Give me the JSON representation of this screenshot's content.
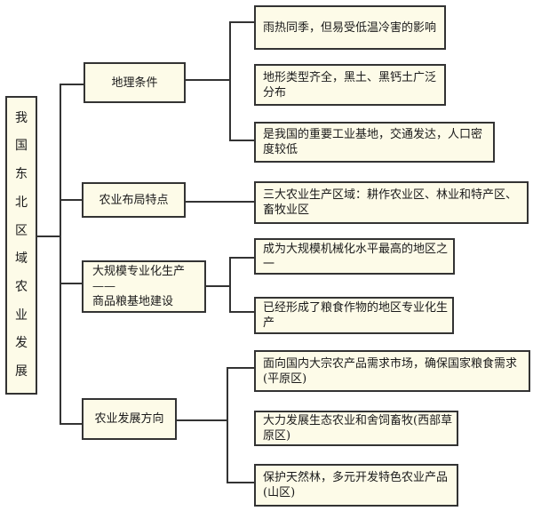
{
  "root": {
    "chars": [
      "我",
      "国",
      "东",
      "北",
      "区",
      "域",
      "农",
      "业",
      "发",
      "展"
    ]
  },
  "branches": [
    {
      "label": "地理条件",
      "children": [
        "雨热同季，但易受低温冷害的影响",
        "地形类型齐全，黑土、黑钙土广泛分布",
        "是我国的重要工业基地，交通发达，人口密度较低"
      ]
    },
    {
      "label": "农业布局特点",
      "children": [
        "三大农业生产区域：耕作农业区、林业和特产区、畜牧业区"
      ]
    },
    {
      "label_lines": [
        "大规模专业化生产——",
        "商品粮基地建设"
      ],
      "children": [
        "成为大规模机械化水平最高的地区之一",
        "已经形成了粮食作物的地区专业化生产"
      ]
    },
    {
      "label": "农业发展方向",
      "children": [
        "面向国内大宗农产品需求市场，确保国家粮食需求(平原区)",
        "大力发展生态农业和舍饲畜牧(西部草原区)",
        "保护天然林，多元开发特色农业产品(山区)"
      ]
    }
  ]
}
